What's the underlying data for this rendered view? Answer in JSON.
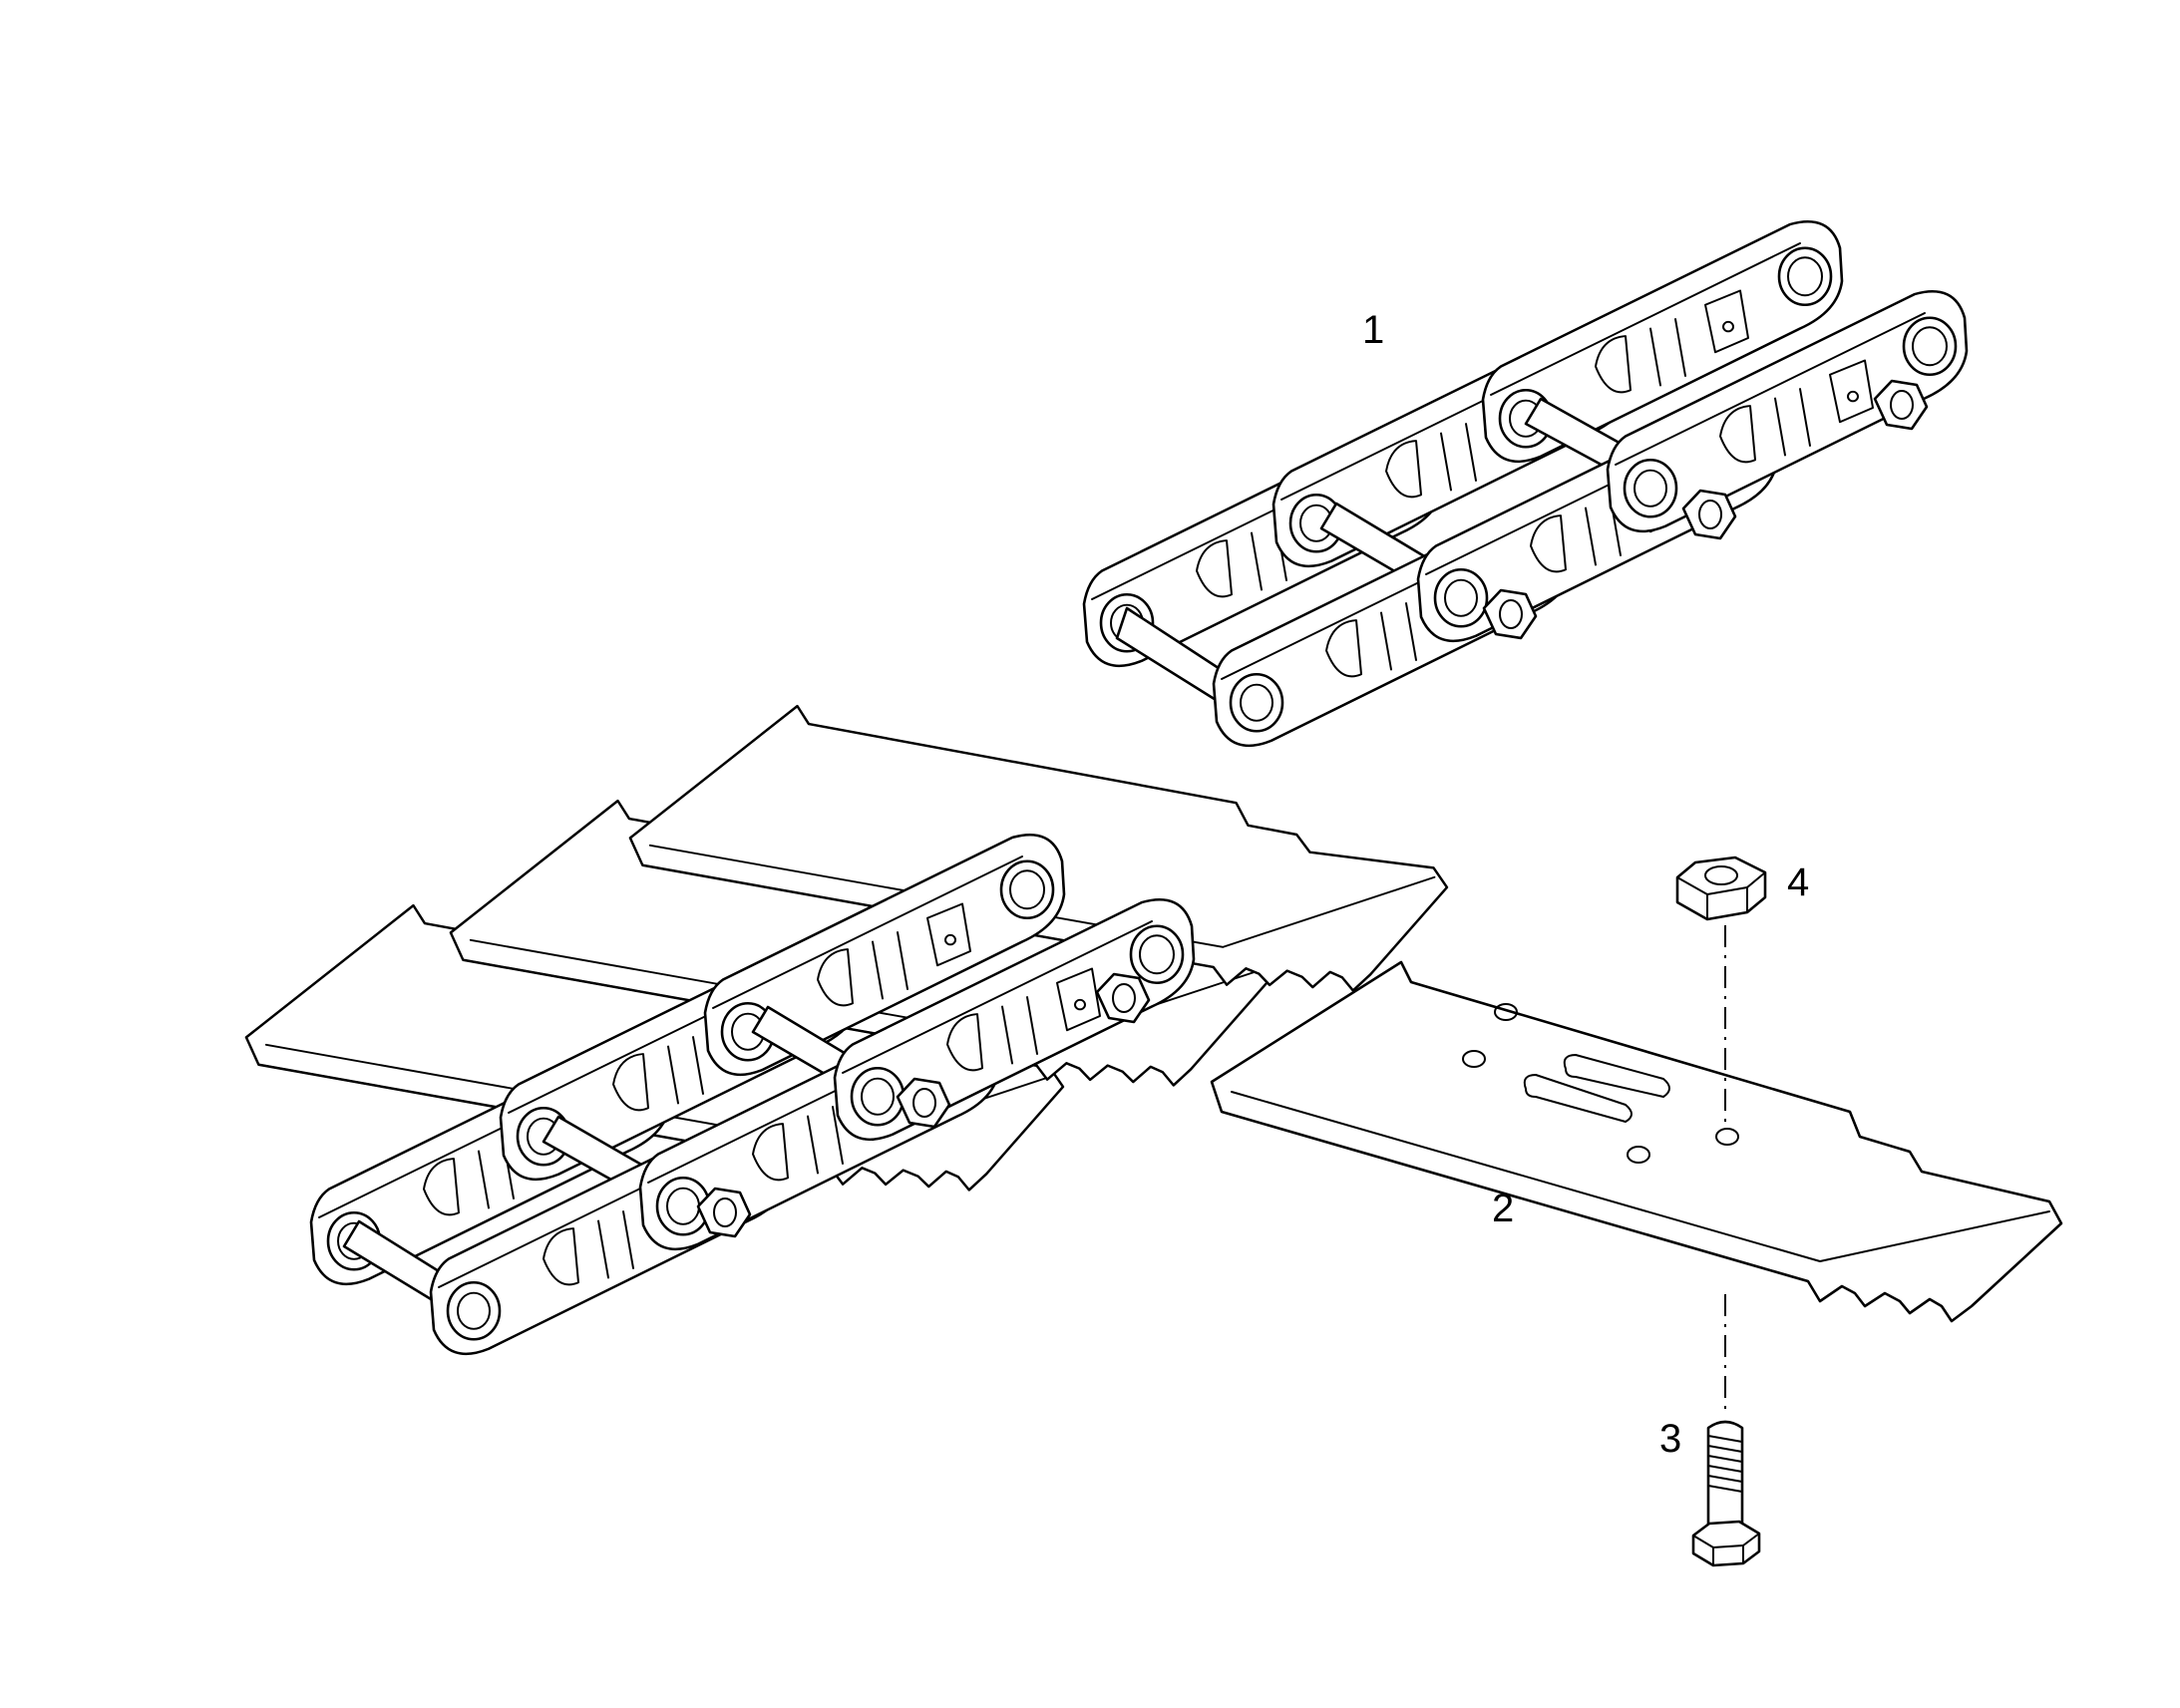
{
  "diagram": {
    "callouts": [
      {
        "id": "chain",
        "label": "1"
      },
      {
        "id": "shoe",
        "label": "2"
      },
      {
        "id": "bolt",
        "label": "3"
      },
      {
        "id": "nut",
        "label": "4"
      }
    ],
    "colors": {
      "line": "#000000",
      "background": "#ffffff"
    }
  }
}
